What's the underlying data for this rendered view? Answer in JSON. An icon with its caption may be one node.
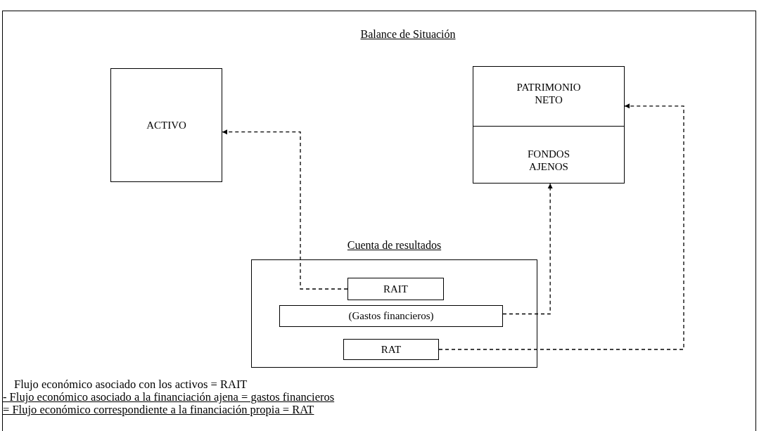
{
  "diagram": {
    "title": "Balance de Situación",
    "nodes": [
      {
        "text": [
          "ACTIVO"
        ]
      },
      {
        "text": [
          "PATRIMONIO NETO",
          "FONDOS AJENOS"
        ]
      },
      {
        "text": [
          "Cuenta de resultados"
        ]
      },
      {
        "text": [
          "RAIT"
        ],
        "in": 2
      },
      {
        "text": [
          "(Gastos financieros)"
        ],
        "in": 2
      },
      {
        "text": [
          "RAT"
        ],
        "in": 2
      }
    ],
    "edges": [
      {
        "from": 3,
        "to": 0,
        "arrow": "to",
        "style": "dashed"
      },
      {
        "from": 4,
        "to": 1,
        "arrow": "to",
        "style": "dashed"
      },
      {
        "from": 5,
        "to": 1,
        "arrow": "to",
        "style": "dashed"
      }
    ],
    "labels": [
      "Flujo económico asociado con los activos = RAIT",
      "-  Flujo económico asociado a la financiación ajena = gastos financieros",
      "= Flujo económico correspondiente a la financiación propia = RAT"
    ]
  }
}
